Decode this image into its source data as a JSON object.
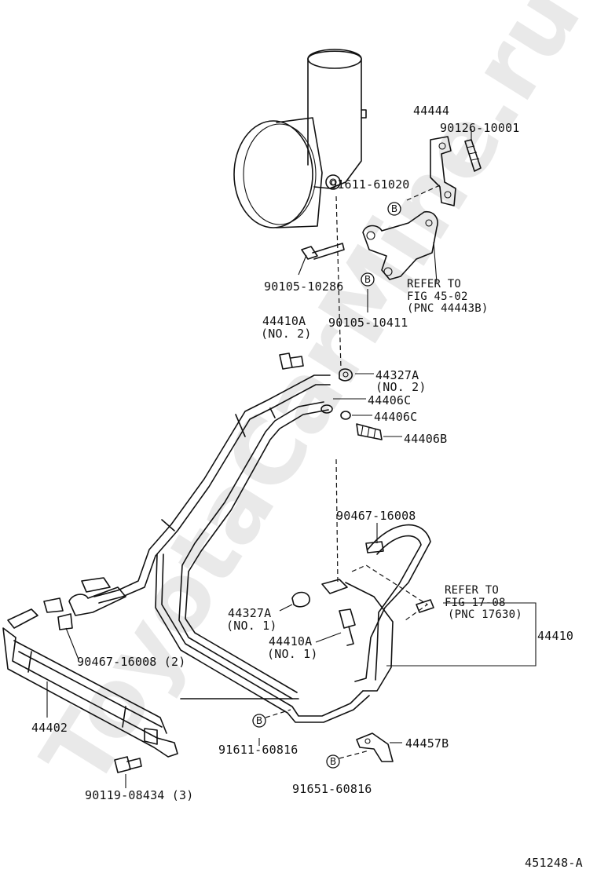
{
  "watermark": "ToyotaCarMine.ru",
  "figure_id": "451248-A",
  "badge_letter": "B",
  "labels": {
    "p44444": "44444",
    "p90126": "90126-10001",
    "p91611_61020": "91611-61020",
    "p90105_10286": "90105-10286",
    "p90105_10411": "90105-10411",
    "refer1_l1": "REFER TO",
    "refer1_l2": "FIG 45-02",
    "refer1_l3": "(PNC 44443B)",
    "p44410a_top": "44410A",
    "p44410a_top_sub": "(NO. 2)",
    "p44327a_top": "44327A",
    "p44327a_top_sub": "(NO. 2)",
    "p44406c_1": "44406C",
    "p44406c_2": "44406C",
    "p44406b": "44406B",
    "p90467_top": "90467-16008",
    "refer2_l1": "REFER TO",
    "refer2_l2": "FIG 17-08",
    "refer2_l3": "(PNC 17630)",
    "p44410": "44410",
    "p44327a_bot": "44327A",
    "p44327a_bot_sub": "(NO. 1)",
    "p44410a_bot": "44410A",
    "p44410a_bot_sub": "(NO. 1)",
    "p90467_bot": "90467-16008 (2)",
    "p44402": "44402",
    "p91611_60816": "91611-60816",
    "p44457b": "44457B",
    "p91651_60816": "91651-60816",
    "p90119": "90119-08434 (3)"
  }
}
